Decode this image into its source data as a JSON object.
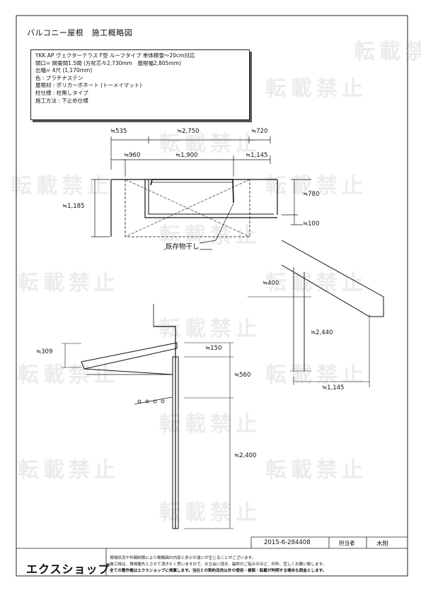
{
  "title": "バルコニー屋根　施工概略図",
  "spec": {
    "lines": [
      "YKK AP ヴェクターテラス F型 ルーフタイプ 単体積雪～20cm対応",
      "間口= 関東間1.5間 (方杖芯々2,730mm　屋根幅2,805mm)",
      "出幅= 4尺 (1,170mm)",
      "色 : プラチナステン",
      "屋根材 : ポリカーボネート (トーメイマット)",
      "柱仕様 : 柱無しタイプ",
      "施工方法 : 下止め仕様"
    ]
  },
  "plan": {
    "dims_top": [
      "≒535",
      "≒2,750",
      "≒720"
    ],
    "dims_second": [
      "≒960",
      "≒1,900",
      "≒1,145"
    ],
    "dim_right_780": "≒780",
    "dim_right_100": "≒100",
    "dim_left_1185": "≒1,185",
    "label_existing": "既存物干し"
  },
  "side_right": {
    "dim_400": "≒400",
    "dim_2440": "≒2,440",
    "dim_1145": "≒1,145"
  },
  "side_left": {
    "dim_309": "≒309",
    "dim_150": "≒150",
    "dim_560": "≒560",
    "dim_2400": "≒2,400"
  },
  "footer": {
    "doc_number": "2015-6-284408",
    "person_label": "担当者",
    "person_name": "木附",
    "logo": "エクスショップ",
    "notice_lines": [
      "現場状況や作図制限により概略図の内容と多少の違いが生じることがございます。",
      "施工時は、現場優先とさせて頂きたく思いますので、お立会い頂き、最終のご指示のほど、何卒、宜しくお願い致します。",
      "全ての著作権はエクスショップに帰属します。当社との契約目的以外の使用・複製・転載が判明する場合も罰金とします。"
    ]
  },
  "watermark": "転載禁止"
}
